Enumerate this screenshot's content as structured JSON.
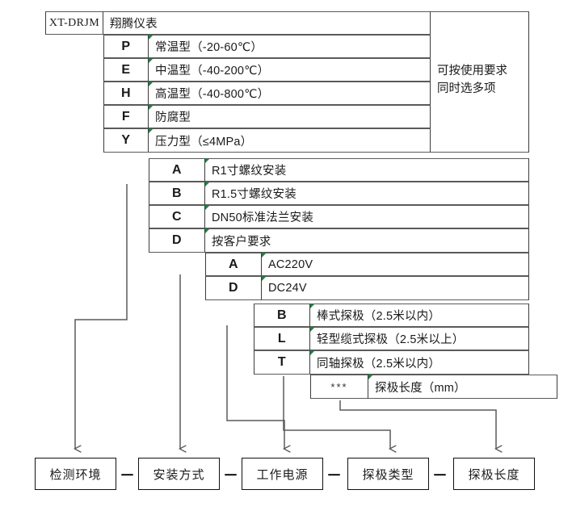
{
  "diagram": {
    "title_row": {
      "model_code": "XT-DRJM",
      "model_name": "翔腾仪表"
    },
    "note": "可按使用要求\n同时选多项",
    "blocks": [
      {
        "name": "environment",
        "rows": [
          {
            "code": "P",
            "desc": "常温型（-20-60℃）"
          },
          {
            "code": "E",
            "desc": "中温型（-40-200℃）"
          },
          {
            "code": "H",
            "desc": "高温型（-40-800℃）"
          },
          {
            "code": "F",
            "desc": "防腐型"
          },
          {
            "code": "Y",
            "desc": "压力型（≤4MPa）"
          }
        ]
      },
      {
        "name": "mounting",
        "rows": [
          {
            "code": "A",
            "desc": "R1寸螺纹安装"
          },
          {
            "code": "B",
            "desc": "R1.5寸螺纹安装"
          },
          {
            "code": "C",
            "desc": "DN50标准法兰安装"
          },
          {
            "code": "D",
            "desc": "按客户要求"
          }
        ]
      },
      {
        "name": "power",
        "rows": [
          {
            "code": "A",
            "desc": "AC220V"
          },
          {
            "code": "D",
            "desc": "DC24V"
          }
        ]
      },
      {
        "name": "probe-type",
        "rows": [
          {
            "code": "B",
            "desc": "棒式探极（2.5米以内）"
          },
          {
            "code": "L",
            "desc": "轻型缆式探极（2.5米以上）"
          },
          {
            "code": "T",
            "desc": "同轴探极（2.5米以内）"
          }
        ]
      },
      {
        "name": "probe-length",
        "rows": [
          {
            "code": "***",
            "desc": "探极长度（mm）"
          }
        ]
      }
    ],
    "result_boxes": [
      {
        "label": "检测环境"
      },
      {
        "label": "安装方式"
      },
      {
        "label": "工作电源"
      },
      {
        "label": "探极类型"
      },
      {
        "label": "探极长度"
      }
    ],
    "separator": "－",
    "colors": {
      "line": "#5a5a5a",
      "box_border": "#111111",
      "tick": "#0d8a3e",
      "background": "#ffffff"
    }
  }
}
